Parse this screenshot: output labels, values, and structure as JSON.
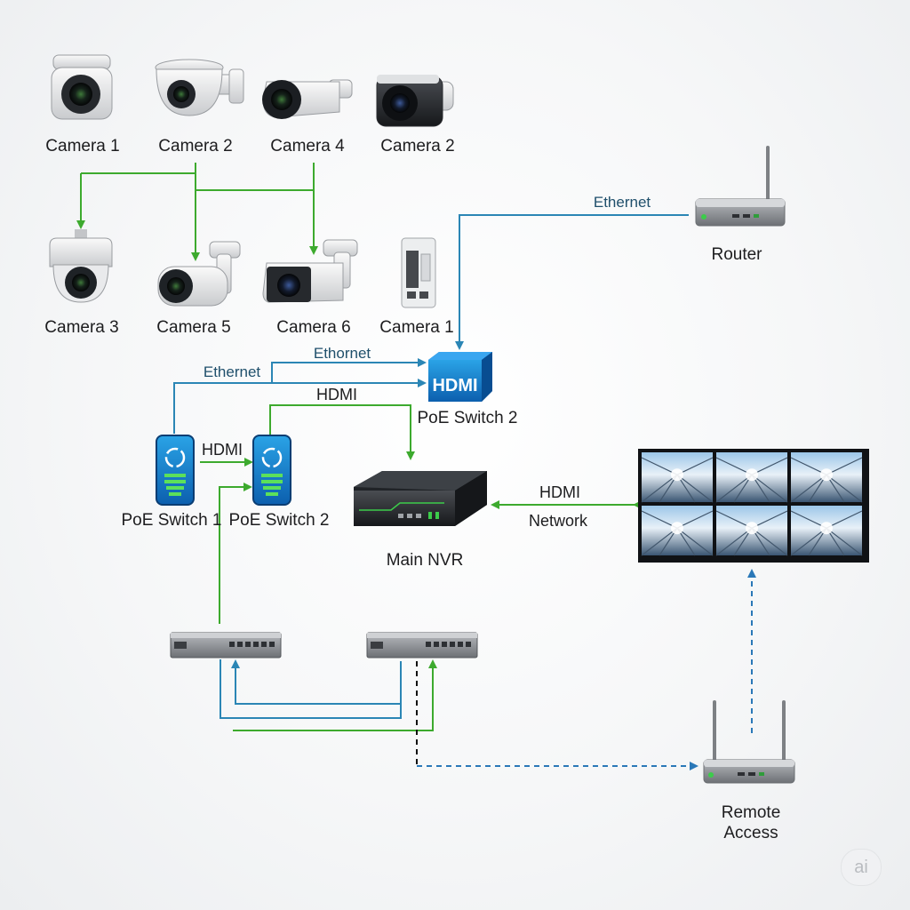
{
  "cameras_top": [
    {
      "label": "Camera 1"
    },
    {
      "label": "Camera 2"
    },
    {
      "label": "Camera 4"
    },
    {
      "label": "Camera 2"
    }
  ],
  "cameras_bottom": [
    {
      "label": "Camera 3"
    },
    {
      "label": "Camera 5"
    },
    {
      "label": "Camera 6"
    },
    {
      "label": "Camera 1"
    }
  ],
  "router": {
    "label": "Router"
  },
  "hdmi_box": {
    "text": "HDMI",
    "label": "PoE Switch 2"
  },
  "poe_switch_1": {
    "label": "PoE Switch 1"
  },
  "poe_switch_2": {
    "label": "PoE Switch 2"
  },
  "nvr": {
    "label": "Main NVR"
  },
  "remote": {
    "line1": "Remote",
    "line2": "Access"
  },
  "edge_labels": {
    "ethernet_router": "Ethernet",
    "ethernet_top": "Ethornet",
    "ethernet_left": "Ethernet",
    "hdmi_mid": "HDMI",
    "hdmi_switches": "HDMI",
    "hdmi_monitor": "HDMI",
    "network_monitor": "Network"
  },
  "watermark": "ai",
  "colors": {
    "green": "#3daa2e",
    "blue": "#2b86b5",
    "dashed_blue": "#2a78b8",
    "black": "#111111"
  }
}
